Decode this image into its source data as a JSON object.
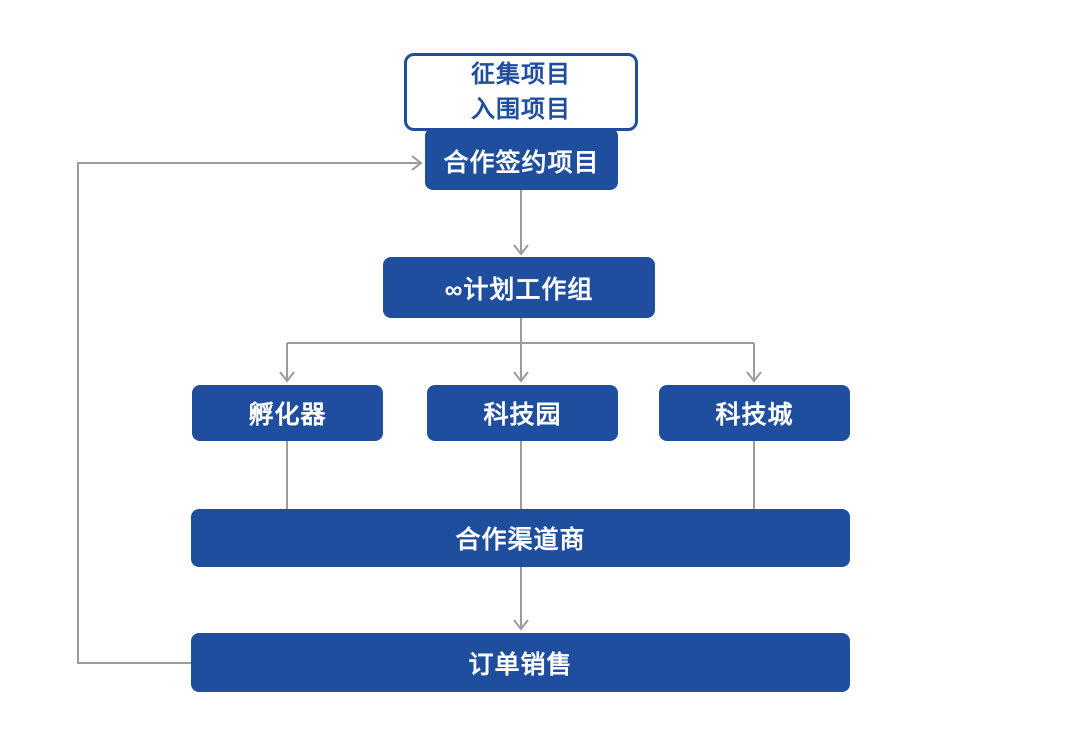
{
  "colors": {
    "primary_blue": "#1f4e9f",
    "connector_gray": "#9b9b9b",
    "canvas_bg": "#ffffff",
    "box_text": "#ffffff"
  },
  "nodes": {
    "intake": {
      "line1": "征集项目",
      "line2": "入围项目"
    },
    "signed": {
      "label": "合作签约项目"
    },
    "workgroup": {
      "label": "∞计划工作组"
    },
    "incubator": {
      "label": "孵化器"
    },
    "techpark": {
      "label": "科技园"
    },
    "techcity": {
      "label": "科技城"
    },
    "channel": {
      "label": "合作渠道商"
    },
    "orders": {
      "label": "订单销售"
    }
  }
}
